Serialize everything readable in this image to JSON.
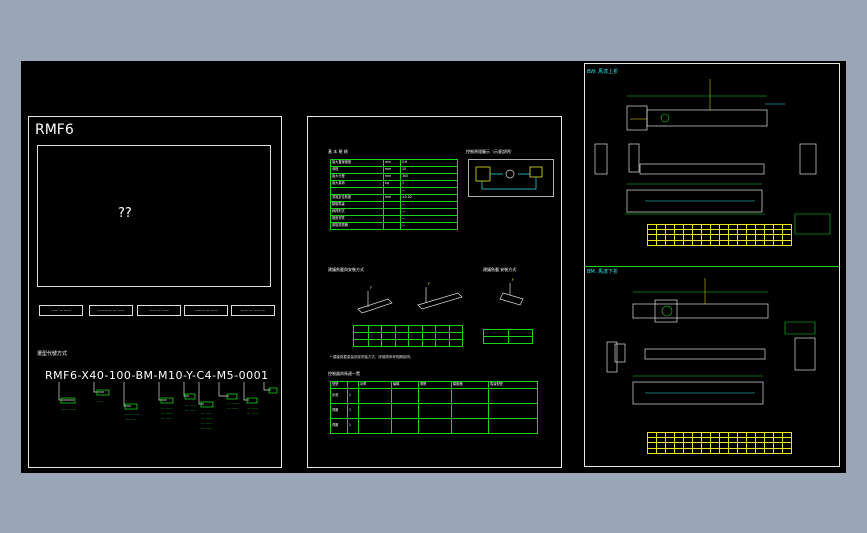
{
  "left_panel": {
    "title": "RMF6",
    "image_placeholder": "??",
    "buttons": [
      "—— — ——",
      "———— — ——",
      "—— — ——",
      "——— — ——",
      "—— — —— —"
    ],
    "section_label": "選型代號方式",
    "model_code": "RMF6-X40-100-BM-M10-Y-C4-M5-0001"
  },
  "middle_panel": {
    "spec_title": "基 本 規 格",
    "spec_rows": [
      [
        "最大直線速度",
        "m/s",
        "0.6"
      ],
      [
        "導程",
        "mm",
        "10"
      ],
      [
        "最大行程",
        "mm",
        "300"
      ],
      [
        "最大負荷",
        "kg",
        "1"
      ],
      [
        "",
        "",
        "—"
      ],
      [
        "重複定位精度",
        "mm",
        "±0.02"
      ],
      [
        "驅動馬達",
        "",
        "—"
      ],
      [
        "絲桿形式",
        "",
        "—"
      ],
      [
        "基座材質",
        "",
        "—"
      ],
      [
        "原點感測器",
        "",
        "—"
      ]
    ],
    "schematic_title": "控制原理圖示（示意說明）",
    "load_title": "建議負載與安裝方式",
    "right_load_title": "建議負載 安裝方式",
    "note": "* 建議負載重量依據安裝方式，詳細請參考相關說明。",
    "motor_title": "控制器與馬達一覽",
    "motor_headers": [
      "型號",
      "",
      "功率",
      "編碼",
      "電壓",
      "驅動器",
      "馬達型號"
    ],
    "motor_rows": [
      [
        "步進",
        "1",
        "",
        "",
        "",
        "",
        ""
      ],
      [
        "伺服",
        "1",
        "",
        "",
        "",
        "",
        ""
      ],
      [
        "伺服",
        "1",
        "",
        "",
        "",
        "",
        ""
      ]
    ]
  },
  "right_panel": {
    "top_label": "BW: 馬達上折",
    "bottom_label": "BM: 馬達下折"
  }
}
